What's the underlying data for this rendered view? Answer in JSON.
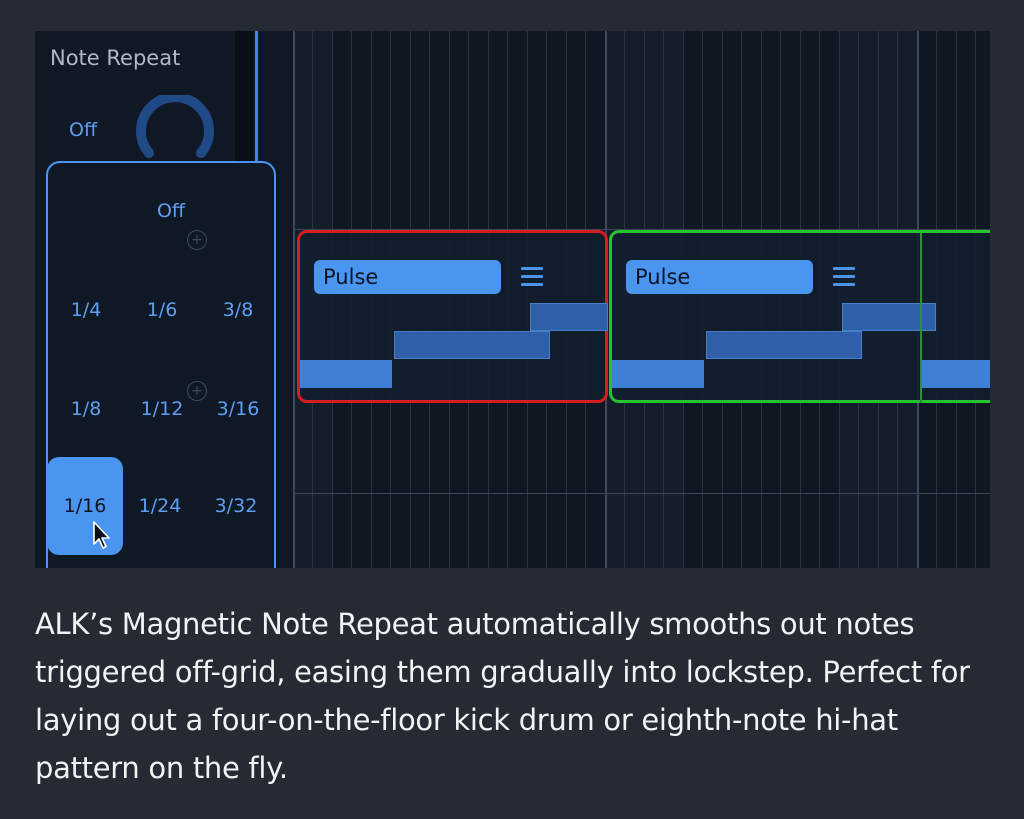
{
  "note_repeat": {
    "title": "Note Repeat",
    "value": "Off"
  },
  "popup": {
    "off_label": "Off",
    "options": [
      "1/4",
      "1/6",
      "3/8",
      "1/8",
      "1/12",
      "3/16",
      "1/16",
      "1/24",
      "3/32"
    ],
    "selected": "1/16"
  },
  "clips": [
    {
      "label": "Pulse",
      "outline_color": "#d61d22"
    },
    {
      "label": "Pulse",
      "outline_color": "#22c52e"
    }
  ],
  "caption": {
    "lines": [
      "ALK’s Magnetic Note Repeat automatically smooths out notes",
      "triggered off-grid, easing them gradually into lockstep. Perfect for",
      "laying out a four-on-the-floor kick drum or eighth-note hi-hat",
      "pattern on the fly."
    ]
  },
  "colors": {
    "accent": "#4a95f0",
    "background": "#252a33",
    "red_outline": "#d61d22",
    "green_outline": "#22c52e"
  }
}
